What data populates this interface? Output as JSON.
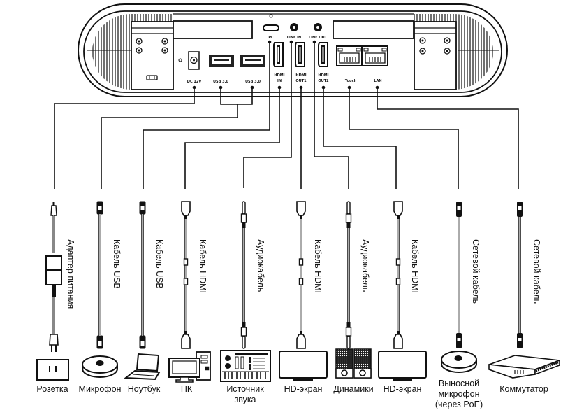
{
  "device": {
    "name": "conference-speakerphone-rear-panel",
    "ports": {
      "dc": "DC 12V",
      "usb1": "USB 3.0",
      "usb2": "USB 3.0",
      "pc": "PC",
      "line_in": "LINE IN",
      "line_out": "LINE OUT",
      "hdmi_in_1": "HDMI",
      "hdmi_in_2": "IN",
      "hdmi_out1_1": "HDMI",
      "hdmi_out1_2": "OUT1",
      "hdmi_out2_1": "HDMI",
      "hdmi_out2_2": "OUT2",
      "touch": "Touch",
      "lan": "LAN"
    }
  },
  "cables": [
    {
      "label": "Адаптер питания",
      "type": "power-adapter",
      "port": "DC 12V"
    },
    {
      "label": "Кабель USB",
      "type": "usb",
      "port": "USB 3.0"
    },
    {
      "label": "Кабель USB",
      "type": "usb",
      "port": "USB 3.0"
    },
    {
      "label": "Кабель HDMI",
      "type": "hdmi",
      "port": "PC"
    },
    {
      "label": "Аудиокабель",
      "type": "audio",
      "port": "LINE IN"
    },
    {
      "label": "Кабель HDMI",
      "type": "hdmi",
      "port": "HDMI OUT1"
    },
    {
      "label": "Аудиокабель",
      "type": "audio",
      "port": "LINE OUT"
    },
    {
      "label": "Кабель HDMI",
      "type": "hdmi",
      "port": "HDMI OUT2"
    },
    {
      "label": "Сетевой кабель",
      "type": "ethernet",
      "port": "Touch"
    },
    {
      "label": "Сетевой кабель",
      "type": "ethernet",
      "port": "LAN"
    }
  ],
  "endpoints": [
    {
      "label": "Розетка",
      "icon": "power-outlet-icon"
    },
    {
      "label": "Микрофон",
      "icon": "microphone-puck-icon"
    },
    {
      "label": "Ноутбук",
      "icon": "laptop-icon"
    },
    {
      "label": "ПК",
      "icon": "desktop-pc-icon"
    },
    {
      "label": "Источник\nзвука",
      "icon": "audio-mixer-icon"
    },
    {
      "label": "HD-экран",
      "icon": "display-icon"
    },
    {
      "label": "Динамики",
      "icon": "speakers-icon"
    },
    {
      "label": "HD-экран",
      "icon": "display-icon"
    },
    {
      "label": "Выносной\nмикрофон\n(через PoE)",
      "icon": "microphone-puck-icon"
    },
    {
      "label": "Коммутатор",
      "icon": "network-switch-icon"
    }
  ]
}
